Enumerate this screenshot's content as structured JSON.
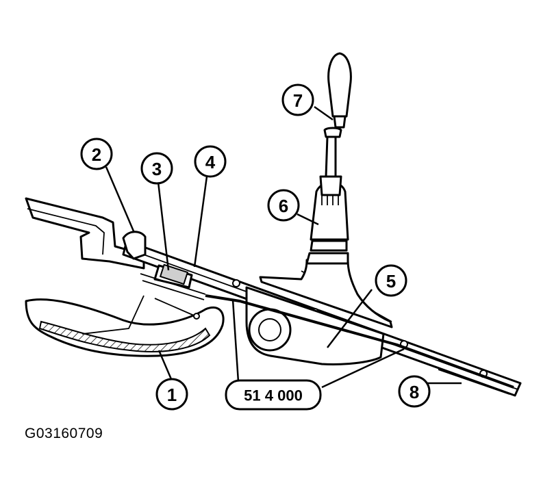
{
  "callouts": {
    "c1": "1",
    "c2": "2",
    "c3": "3",
    "c4": "4",
    "c5": "5",
    "c6": "6",
    "c7": "7",
    "c8": "8"
  },
  "reference_label": "51 4 000",
  "figure_id": "G03160709"
}
